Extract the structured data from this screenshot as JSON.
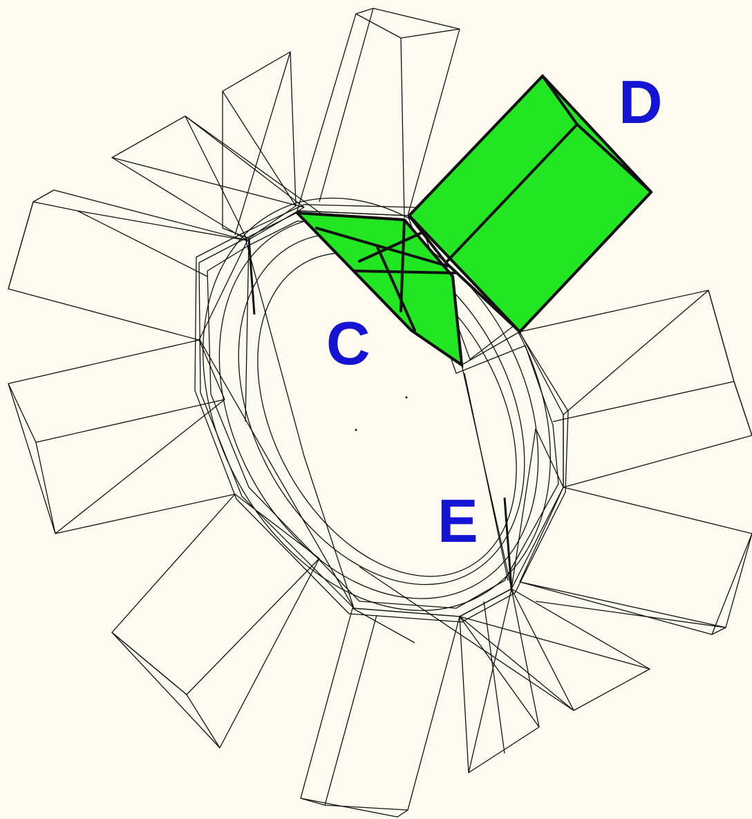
{
  "labels": {
    "c": "C",
    "d": "D",
    "e": "E"
  },
  "colors": {
    "background": "#fdfaf0",
    "wireframe": "#111111",
    "highlight": "#22e622",
    "label": "#1414d2"
  }
}
